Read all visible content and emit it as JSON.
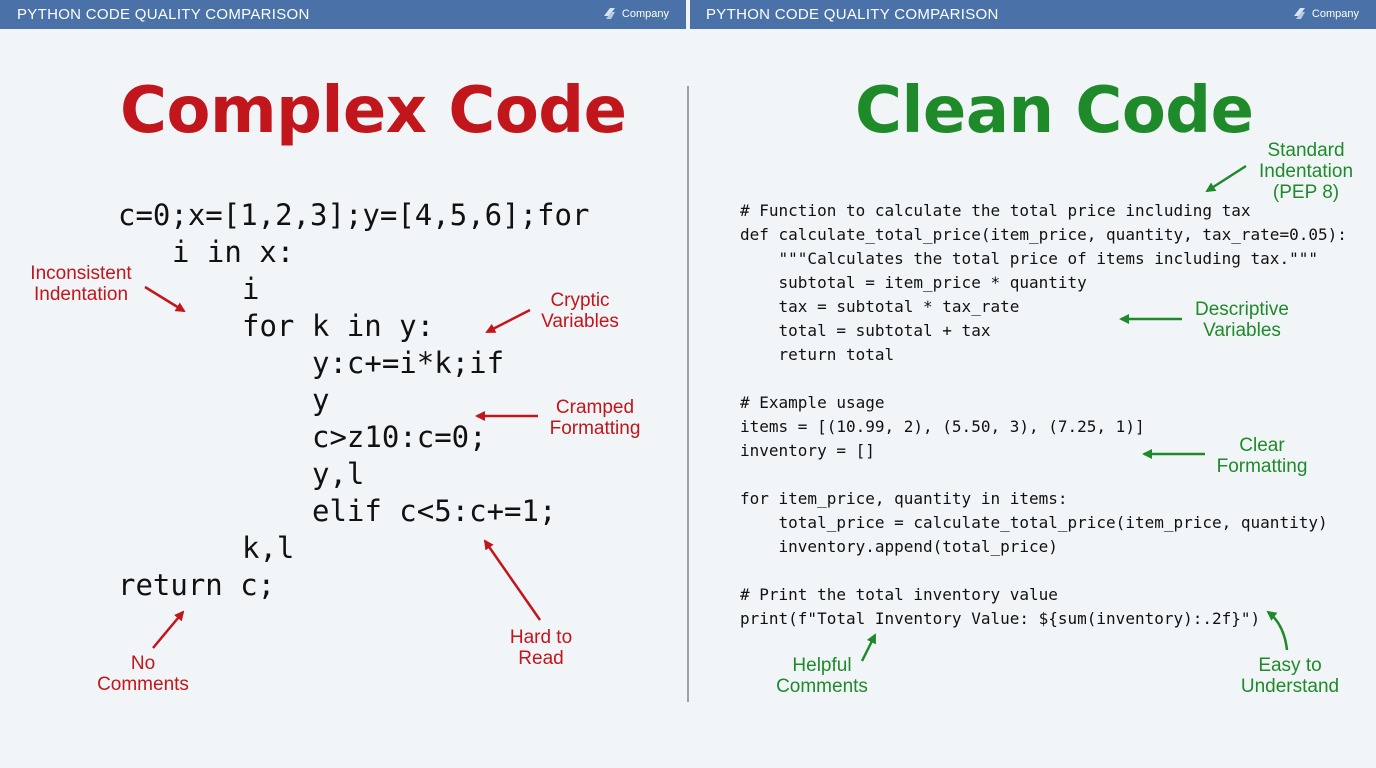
{
  "header": {
    "left_title": "PYTHON CODE QUALITY COMPARISON",
    "right_title": "PYTHON CODE QUALITY COMPARISON",
    "left_company": "Company",
    "right_company": "Company"
  },
  "complex": {
    "heading": "Complex Code",
    "code_lines": [
      "c=0;x=[1,2,3];y=[4,5,6];for",
      "i in x:",
      "i",
      "for k in y:",
      "y:c+=i*k;if",
      "y",
      "c>z10:c=0;",
      "y,l",
      "elif c<5:c+=1;",
      "k,l",
      "return c;"
    ],
    "annotations": {
      "inconsistent": "Inconsistent\nIndentation",
      "cryptic": "Cryptic\nVariables",
      "cramped": "Cramped\nFormatting",
      "hard": "Hard to\nRead",
      "no_comments": "No\nComments"
    }
  },
  "clean": {
    "heading": "Clean Code",
    "code_lines": [
      "# Function to calculate the total price including tax",
      "def calculate_total_price(item_price, quantity, tax_rate=0.05):",
      "    \"\"\"Calculates the total price of items including tax.\"\"\"",
      "    subtotal = item_price * quantity",
      "    tax = subtotal * tax_rate",
      "    total = subtotal + tax",
      "    return total",
      "",
      "# Example usage",
      "items = [(10.99, 2), (5.50, 3), (7.25, 1)]",
      "inventory = []",
      "",
      "for item_price, quantity in items:",
      "    total_price = calculate_total_price(item_price, quantity)",
      "    inventory.append(total_price)",
      "",
      "# Print the total inventory value",
      "print(f\"Total Inventory Value: ${sum(inventory):.2f}\")"
    ],
    "annotations": {
      "standard": "Standard\nIndentation\n(PEP 8)",
      "descriptive": "Descriptive\nVariables",
      "clear": "Clear\nFormatting",
      "helpful": "Helpful\nComments",
      "easy": "Easy to\nUnderstand"
    }
  },
  "colors": {
    "header_bg": "#4a72a8",
    "complex_red": "#c1161b",
    "clean_green": "#1f8a2a",
    "background": "#f2f5f8"
  },
  "icons": {
    "company_logo": "company-logo-icon"
  }
}
